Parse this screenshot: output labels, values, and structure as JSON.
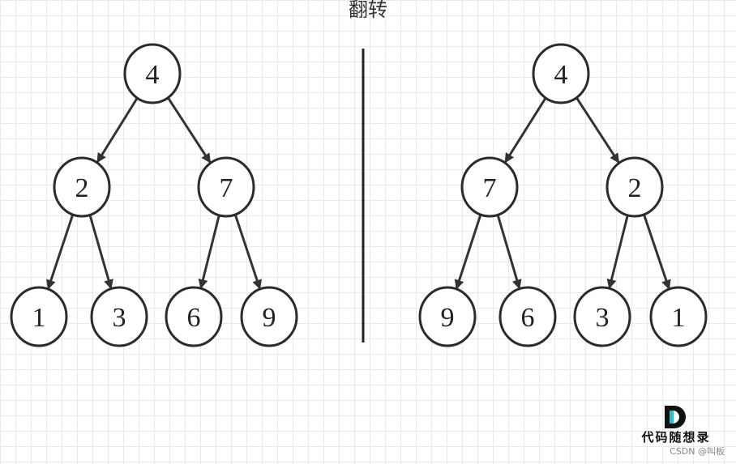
{
  "title": "翻转",
  "colors": {
    "node_stroke": "#2b2b2b",
    "edge": "#333333",
    "divider": "#222222",
    "logo_accent": "#3fb8c4"
  },
  "trees": {
    "original": {
      "root": "4",
      "level2": [
        "2",
        "7"
      ],
      "level3": [
        "1",
        "3",
        "6",
        "9"
      ]
    },
    "inverted": {
      "root": "4",
      "level2": [
        "7",
        "2"
      ],
      "level3": [
        "9",
        "6",
        "3",
        "1"
      ]
    }
  },
  "watermark": {
    "brand": "代码随想录",
    "credit": "CSDN @叫板"
  }
}
